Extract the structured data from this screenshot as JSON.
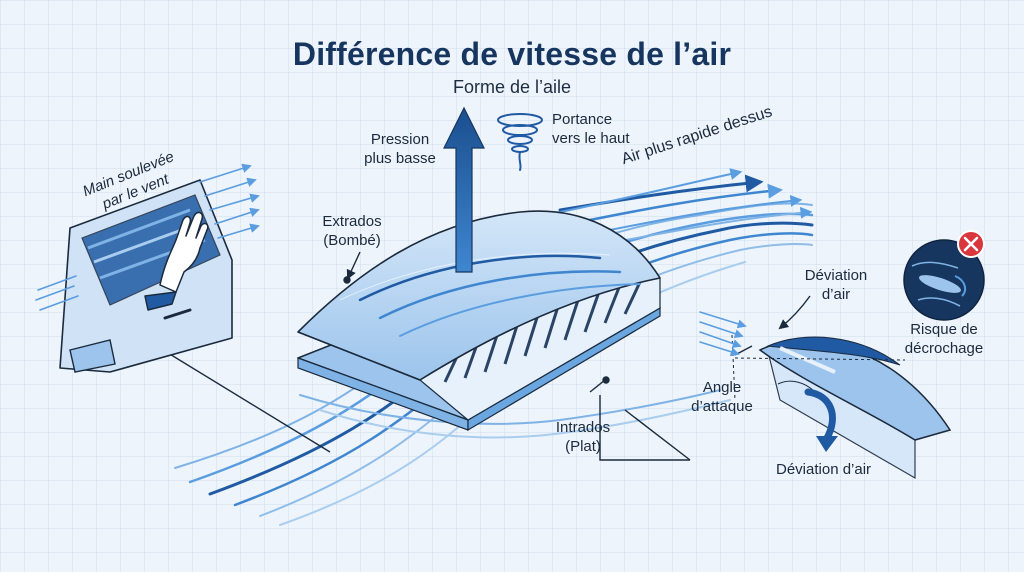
{
  "title": "Différence de vitesse de l’air",
  "subtitle": "Forme de l’aile",
  "labels": {
    "pression_line1": "Pression",
    "pression_line2": "plus basse",
    "portance_line1": "Portance",
    "portance_line2": "vers le haut",
    "air_rapide": "Air plus rapide dessus",
    "main_line1": "Main soulevée",
    "main_line2": "par le vent",
    "extrados_line1": "Extrados",
    "extrados_line2": "(Bombé)",
    "intrados_line1": "Intrados",
    "intrados_line2": "(Plat)",
    "deviation_top_line1": "Déviation",
    "deviation_top_line2": "d’air",
    "angle_line1": "Angle",
    "angle_line2": "d’attaque",
    "deviation_bottom": "Déviation d’air",
    "risque_line1": "Risque de",
    "risque_line2": "décrochage"
  },
  "colors": {
    "navy": "#16365f",
    "blue_dark": "#1f5aa3",
    "blue_mid": "#3f86d0",
    "blue_light": "#a9cdef",
    "wing_fill": "#b9d6f2",
    "danger": "#d9363e"
  },
  "icons": [
    "up-arrow-icon",
    "vortex-icon",
    "hand-icon",
    "stall-warning-icon",
    "close-icon"
  ]
}
